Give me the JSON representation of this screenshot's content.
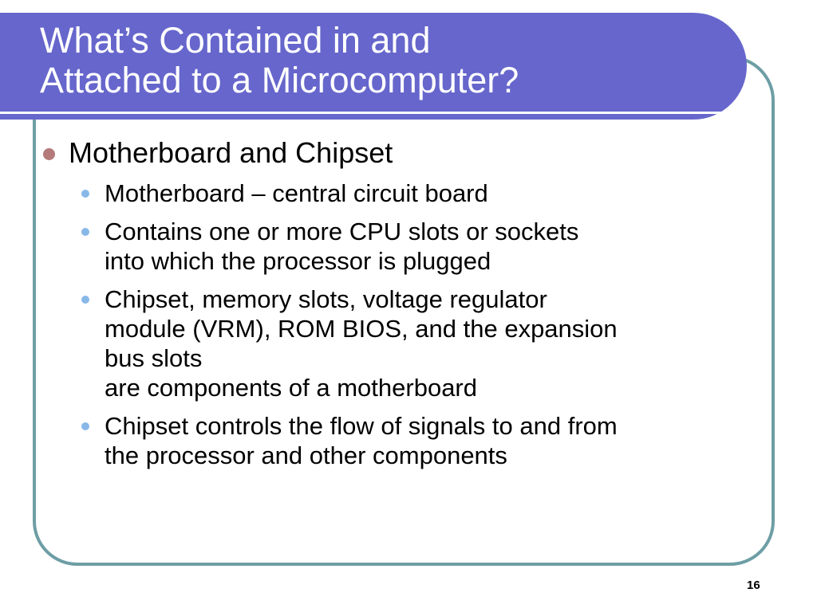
{
  "slide": {
    "title_lines": [
      "What’s Contained in and",
      "Attached to a Microcomputer?"
    ],
    "heading": "Motherboard and Chipset",
    "bullets": [
      {
        "lines": [
          "Motherboard – central circuit board"
        ]
      },
      {
        "lines": [
          "Contains one or more CPU slots or sockets",
          "into which the processor is plugged"
        ]
      },
      {
        "lines": [
          "Chipset, memory slots, voltage regulator",
          "module (VRM), ROM BIOS, and the expansion",
          "bus slots",
          "are components of a motherboard"
        ]
      },
      {
        "lines": [
          "Chipset controls the flow of signals to and from",
          "the processor and other components"
        ]
      }
    ],
    "page_number": "16"
  },
  "colors": {
    "title_band": "#6666cc",
    "frame_border": "#6e9ea5",
    "level1_bullet": "#b57a7a",
    "level2_bullet": "#88b8e8"
  }
}
